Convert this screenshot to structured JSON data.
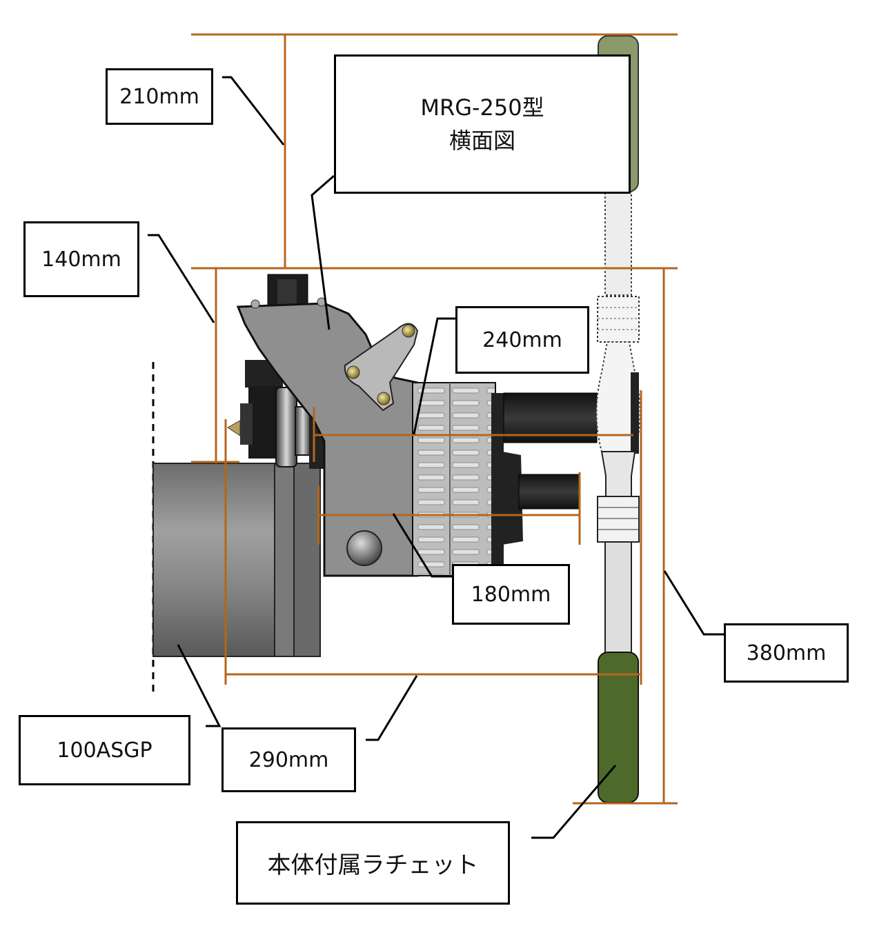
{
  "title": {
    "line1": "MRG-250型",
    "line2": "横面図"
  },
  "dimensions": {
    "d210": "210mm",
    "d140": "140mm",
    "d240": "240mm",
    "d180": "180mm",
    "d380": "380mm",
    "d290": "290mm"
  },
  "labels": {
    "pipe": "100ASGP",
    "ratchet": "本体付属ラチェット"
  },
  "colors": {
    "dimension_line": "#b5651d",
    "body_gray": "#8c8c8c",
    "dark_gray": "#555555",
    "grip_green": "#4e6a2a",
    "grip_green_faded": "#8a9a6a",
    "leader": "#000000"
  }
}
